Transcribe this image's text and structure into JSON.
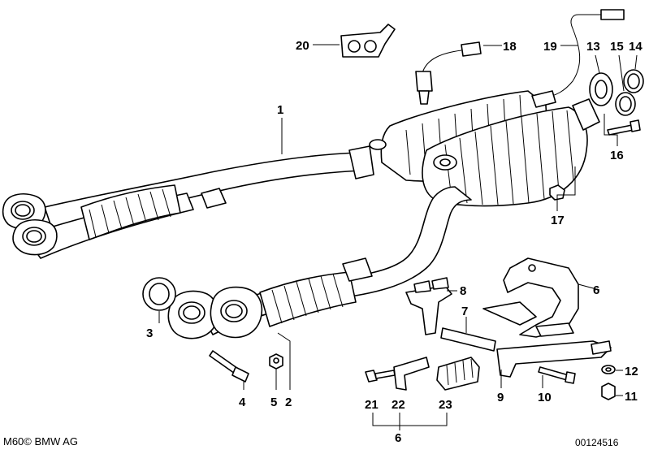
{
  "callouts": {
    "c1": "1",
    "c2": "2",
    "c3": "3",
    "c4": "4",
    "c5": "5",
    "c6a": "6",
    "c6b": "6",
    "c7": "7",
    "c8": "8",
    "c9": "9",
    "c10": "10",
    "c11": "11",
    "c12": "12",
    "c13": "13",
    "c14": "14",
    "c15": "15",
    "c16": "16",
    "c17": "17",
    "c18": "18",
    "c19": "19",
    "c20": "20",
    "c21": "21",
    "c22": "22",
    "c23": "23"
  },
  "footer": {
    "copyright": "M60© BMW AG",
    "drawing_number": "00124516"
  }
}
